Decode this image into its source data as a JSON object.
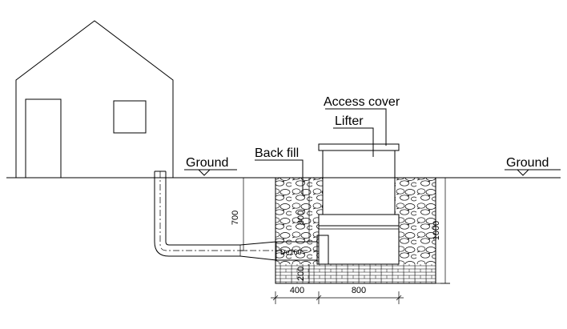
{
  "labels": {
    "access_cover": "Access cover",
    "lifter": "Lifter",
    "back_fill": "Back fill",
    "ground_left": "Ground",
    "ground_right": "Ground",
    "pipe_size": "De160"
  },
  "dimensions": {
    "pipe_depth": "700",
    "shaft_height": "800",
    "base_height": "200",
    "total_depth": "1000",
    "backfill_width": "400",
    "chamber_width": "800"
  }
}
